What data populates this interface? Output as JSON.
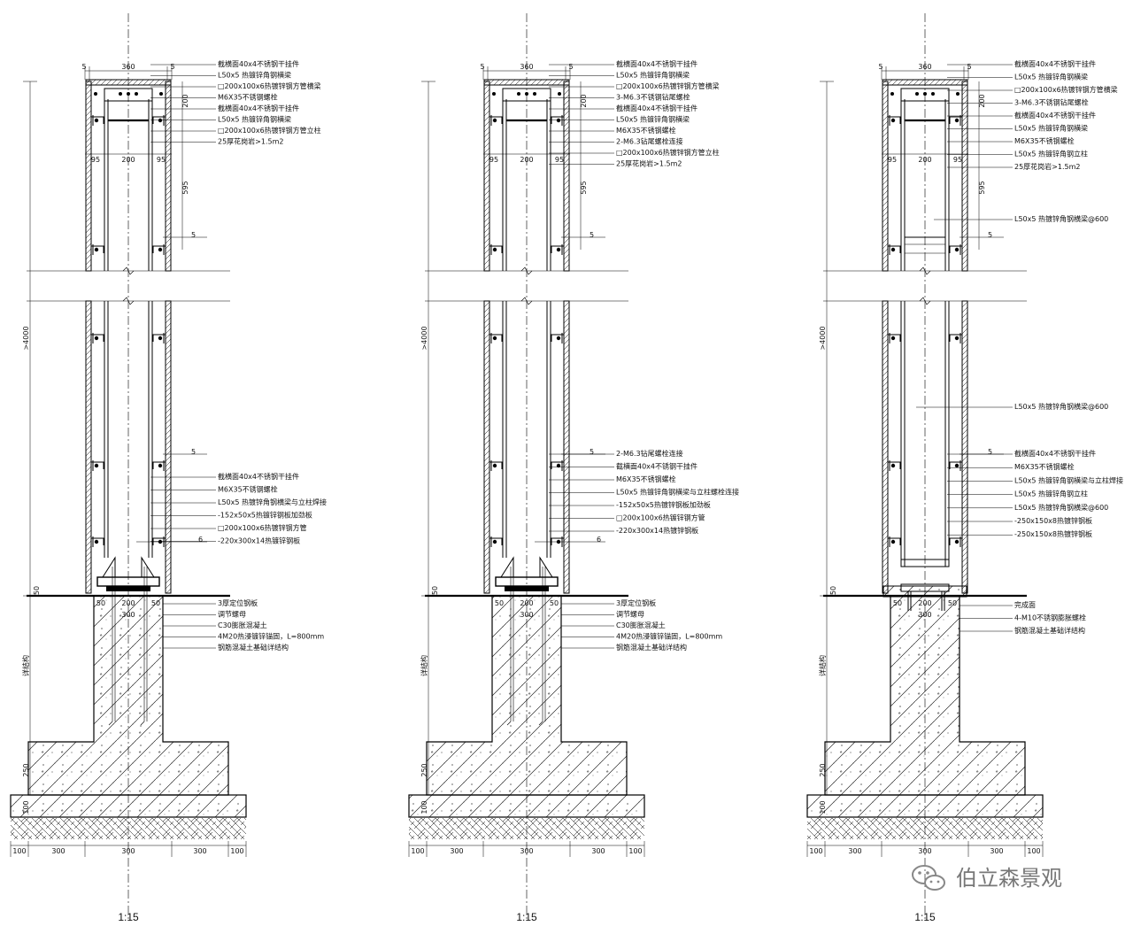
{
  "watermark": {
    "text": "伯立森景观",
    "icon": "wechat-icon"
  },
  "dims": {
    "width_5": "5",
    "width_360": "360",
    "side_95": "95",
    "mid_200": "200",
    "h_200": "200",
    "h_595": "595",
    "h_4000": ">4000",
    "h_50": "50",
    "h_250": "250",
    "h_100": "100",
    "ped_50": "50",
    "ped_300": "300",
    "base_100": "100",
    "base_300": "300",
    "embed": "详结构",
    "sec_5": "5",
    "sec_6": "6"
  },
  "details": [
    {
      "scale": "1:15",
      "labels_top": [
        "截横面40x4不锈钢干挂件",
        "L50x5 热镀锌角钢横梁",
        "□200x100x6热镀锌钢方管横梁",
        "M6X35不锈钢螺栓",
        "截横面40x4不锈钢干挂件",
        "L50x5 热镀锌角钢横梁",
        "□200x100x6热镀锌钢方管立柱",
        "25厚花岗岩>1.5m2"
      ],
      "labels_mid": [
        "截横面40x4不锈钢干挂件",
        "M6X35不锈钢螺栓",
        "L50x5 热镀锌角钢横梁与立柱焊接",
        "-152x50x5热镀锌钢板加劲板",
        "□200x100x6热镀锌钢方管",
        "-220x300x14热镀锌钢板"
      ],
      "labels_base": [
        "3厚定位钢板",
        "调节螺母",
        "C30膨胀混凝土",
        "4M20热浸镀锌锚固，L=800mm",
        "钢筋混凝土基础详结构"
      ]
    },
    {
      "scale": "1:15",
      "labels_top": [
        "截横面40x4不锈钢干挂件",
        "L50x5 热镀锌角钢横梁",
        "□200x100x6热镀锌钢方管横梁",
        "3-M6.3不锈钢钻尾螺栓",
        "截横面40x4不锈钢干挂件",
        "L50x5 热镀锌角钢横梁",
        "M6X35不锈钢螺栓",
        "2-M6.3钻尾螺栓连接",
        "□200x100x6热镀锌钢方管立柱",
        "25厚花岗岩>1.5m2"
      ],
      "labels_mid": [
        "2-M6.3钻尾螺栓连接",
        "截横面40x4不锈钢干挂件",
        "M6X35不锈钢螺栓",
        "L50x5 热镀锌角钢横梁与立柱螺栓连接",
        "-152x50x5热镀锌钢板加劲板",
        "□200x100x6热镀锌钢方管",
        "-220x300x14热镀锌钢板"
      ],
      "labels_base": [
        "3厚定位钢板",
        "调节螺母",
        "C30膨胀混凝土",
        "4M20热浸镀锌锚固，L=800mm",
        "钢筋混凝土基础详结构"
      ]
    },
    {
      "scale": "1:15",
      "labels_top": [
        "截横面40x4不锈钢干挂件",
        "L50x5 热镀锌角钢横梁",
        "□200x100x6热镀锌钢方管横梁",
        "3-M6.3不锈钢钻尾螺栓",
        "截横面40x4不锈钢干挂件",
        "L50x5 热镀锌角钢横梁",
        "M6X35不锈钢螺栓",
        "L50x5 热镀锌角钢立柱",
        "25厚花岗岩>1.5m2"
      ],
      "label_upper_extra": "L50x5 热镀锌角钢横梁@600",
      "label_lower_extra": "L50x5 热镀锌角钢横梁@600",
      "labels_mid": [
        "截横面40x4不锈钢干挂件",
        "M6X35不锈钢螺栓",
        "L50x5 热镀锌角钢横梁与立柱焊接",
        "L50x5 热镀锌角钢立柱",
        "L50x5 热镀锌角钢横梁@600",
        "-250x150x8热镀锌钢板",
        "-250x150x8热镀锌钢板"
      ],
      "labels_base": [
        "完成面",
        "4-M10不锈钢膨胀螺栓",
        "钢筋混凝土基础详结构"
      ]
    }
  ]
}
